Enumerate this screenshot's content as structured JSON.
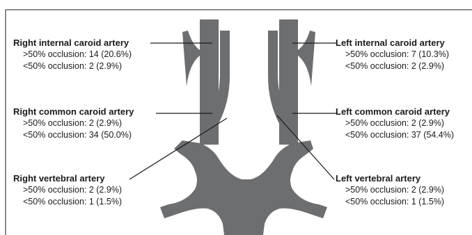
{
  "arteries": {
    "right_internal": {
      "title": "Right internal caroid artery",
      "gt50": ">50% occlusion: 14 (20.6%)",
      "lt50": "<50% occlusion: 2 (2.9%)"
    },
    "right_common": {
      "title": "Right common caroid artery",
      "gt50": ">50% occlusion: 2 (2.9%)",
      "lt50": "<50% occlusion: 34 (50.0%)"
    },
    "right_vertebral": {
      "title": "Right vertebral artery",
      "gt50": ">50% occlusion: 2 (2.9%)",
      "lt50": "<50% occlusion: 1 (1.5%)"
    },
    "left_internal": {
      "title": "Left internal caroid artery",
      "gt50": ">50% occlusion: 7 (10.3%)",
      "lt50": "<50% occlusion: 2 (2.9%)"
    },
    "left_common": {
      "title": "Left common caroid artery",
      "gt50": ">50% occlusion: 2 (2.9%)",
      "lt50": "<50% occlusion: 37 (54.4%)"
    },
    "left_vertebral": {
      "title": "Left vertebral artery",
      "gt50": ">50% occlusion: 2 (2.9%)",
      "lt50": "<50% occlusion: 1 (1.5%)"
    }
  },
  "colors": {
    "vessel": "#6d6e70",
    "leader": "#1a1a1a",
    "text": "#1a1a1a"
  }
}
